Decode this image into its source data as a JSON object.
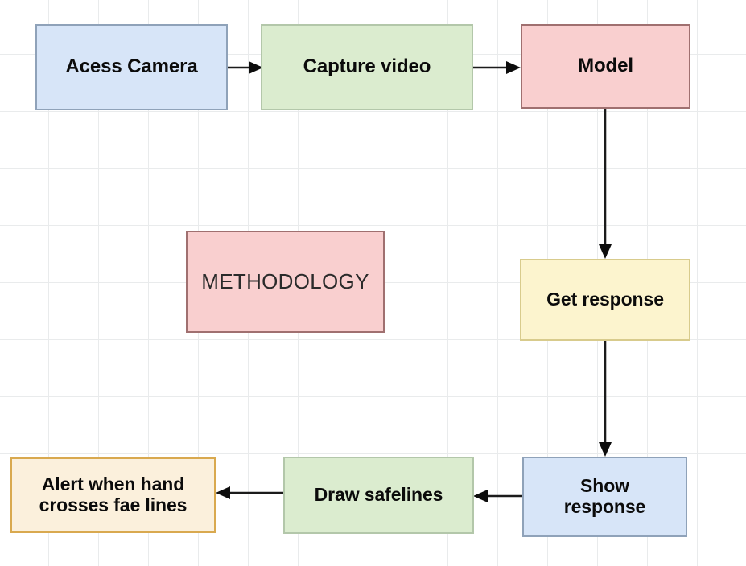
{
  "diagram": {
    "type": "flowchart",
    "caption": "METHODOLOGY",
    "background": {
      "grid": "true",
      "grid_color": "#e9ebec",
      "page_color": "#ffffff"
    },
    "palette": {
      "blue_fill": "#d7e5f8",
      "blue_border": "#8fa2b9",
      "green_fill": "#dbeccf",
      "green_border": "#b3c7aa",
      "pink_fill": "#f9cfcf",
      "pink_border": "#a07070",
      "yellow_fill": "#fcf4ce",
      "yellow_border": "#d8cb8c",
      "cream_fill": "#fbf0dc",
      "cream_border": "#d9a94f",
      "arrow_color": "#0d0d0d",
      "text_color": "#0b0b0b"
    },
    "nodes": [
      {
        "id": "access-camera",
        "label": "Acess Camera",
        "color": "blue"
      },
      {
        "id": "capture-video",
        "label": "Capture video",
        "color": "green"
      },
      {
        "id": "model",
        "label": "Model",
        "color": "pink"
      },
      {
        "id": "methodology",
        "label": "METHODOLOGY",
        "color": "pink"
      },
      {
        "id": "get-response",
        "label": "Get response",
        "color": "yellow"
      },
      {
        "id": "show-response",
        "label": "Show\nresponse",
        "color": "blue"
      },
      {
        "id": "draw-safelines",
        "label": "Draw safelines",
        "color": "green"
      },
      {
        "id": "alert-hand",
        "label": "Alert when hand\ncrosses fae lines",
        "color": "cream"
      }
    ],
    "edges": [
      {
        "from": "access-camera",
        "to": "capture-video",
        "direction": "right"
      },
      {
        "from": "capture-video",
        "to": "model",
        "direction": "right"
      },
      {
        "from": "model",
        "to": "get-response",
        "direction": "down"
      },
      {
        "from": "get-response",
        "to": "show-response",
        "direction": "down"
      },
      {
        "from": "show-response",
        "to": "draw-safelines",
        "direction": "left"
      },
      {
        "from": "draw-safelines",
        "to": "alert-hand",
        "direction": "left"
      }
    ]
  }
}
